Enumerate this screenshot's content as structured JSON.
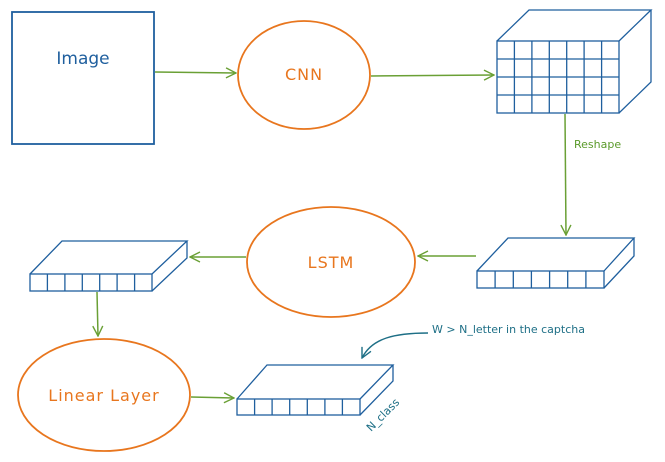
{
  "nodes": {
    "image": "Image",
    "cnn": "CNN",
    "lstm": "LSTM",
    "linear": "Linear Layer"
  },
  "labels": {
    "reshape": "Reshape",
    "annotation": "W > N_letter in the captcha",
    "n_class": "N_class"
  },
  "colors": {
    "box": "#1f5f9e",
    "ellipse": "#e8761e",
    "arrow": "#6aa035",
    "annotation": "#1e6f86",
    "background": "#ffffff"
  }
}
